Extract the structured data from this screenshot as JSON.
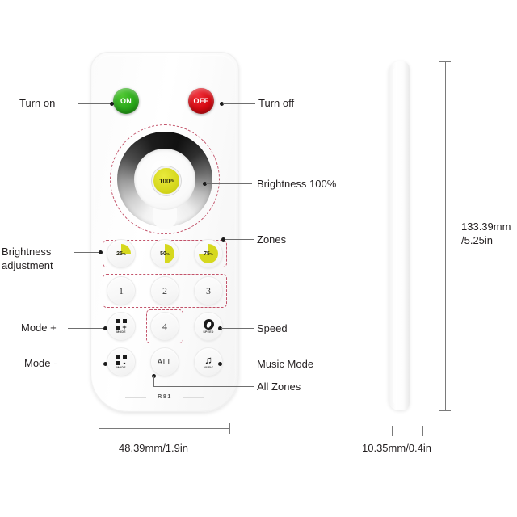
{
  "product": {
    "model_label": "R81",
    "front_view": {
      "power_buttons": [
        {
          "name": "on",
          "label": "ON",
          "color": "#2aa81a"
        },
        {
          "name": "off",
          "label": "OFF",
          "color": "#d50a12"
        }
      ],
      "dial": {
        "center_label": "100",
        "center_unit": "%",
        "center_color": "#d6d81e"
      },
      "brightness_presets": [
        {
          "label": "25",
          "unit": "%",
          "percent": 25
        },
        {
          "label": "50",
          "unit": "%",
          "percent": 50
        },
        {
          "label": "75",
          "unit": "%",
          "percent": 75
        }
      ],
      "zone_buttons": [
        "1",
        "2",
        "3"
      ],
      "zone_four": "4",
      "all_zones_label": "ALL",
      "function_keys": [
        {
          "name": "mode-plus",
          "caption": "MODE",
          "sign": "+"
        },
        {
          "name": "mode-minus",
          "caption": "MODE",
          "sign": "-"
        },
        {
          "name": "speed",
          "caption": "SPEED"
        },
        {
          "name": "music",
          "caption": "MUSIC"
        }
      ]
    }
  },
  "callouts": {
    "left": [
      {
        "id": "turn-on",
        "text": "Turn on"
      },
      {
        "id": "brightness-adjustment-1",
        "text": "Brightness"
      },
      {
        "id": "brightness-adjustment-2",
        "text": "adjustment"
      },
      {
        "id": "mode-plus",
        "text": "Mode +"
      },
      {
        "id": "mode-minus",
        "text": "Mode -"
      }
    ],
    "right": [
      {
        "id": "turn-off",
        "text": "Turn off"
      },
      {
        "id": "brightness-100",
        "text": "Brightness 100%"
      },
      {
        "id": "zones",
        "text": "Zones"
      },
      {
        "id": "speed",
        "text": "Speed"
      },
      {
        "id": "music-mode",
        "text": "Music Mode"
      },
      {
        "id": "all-zones",
        "text": "All Zones"
      }
    ]
  },
  "dimensions": {
    "width": "48.39mm/1.9in",
    "thickness": "10.35mm/0.4in",
    "height_line1": "133.39mm",
    "height_line2": "/5.25in"
  },
  "theme": {
    "dash_color": "#c3536a",
    "lead_color": "#6f6f6f",
    "text_color": "#231f20",
    "background": "#ffffff"
  }
}
